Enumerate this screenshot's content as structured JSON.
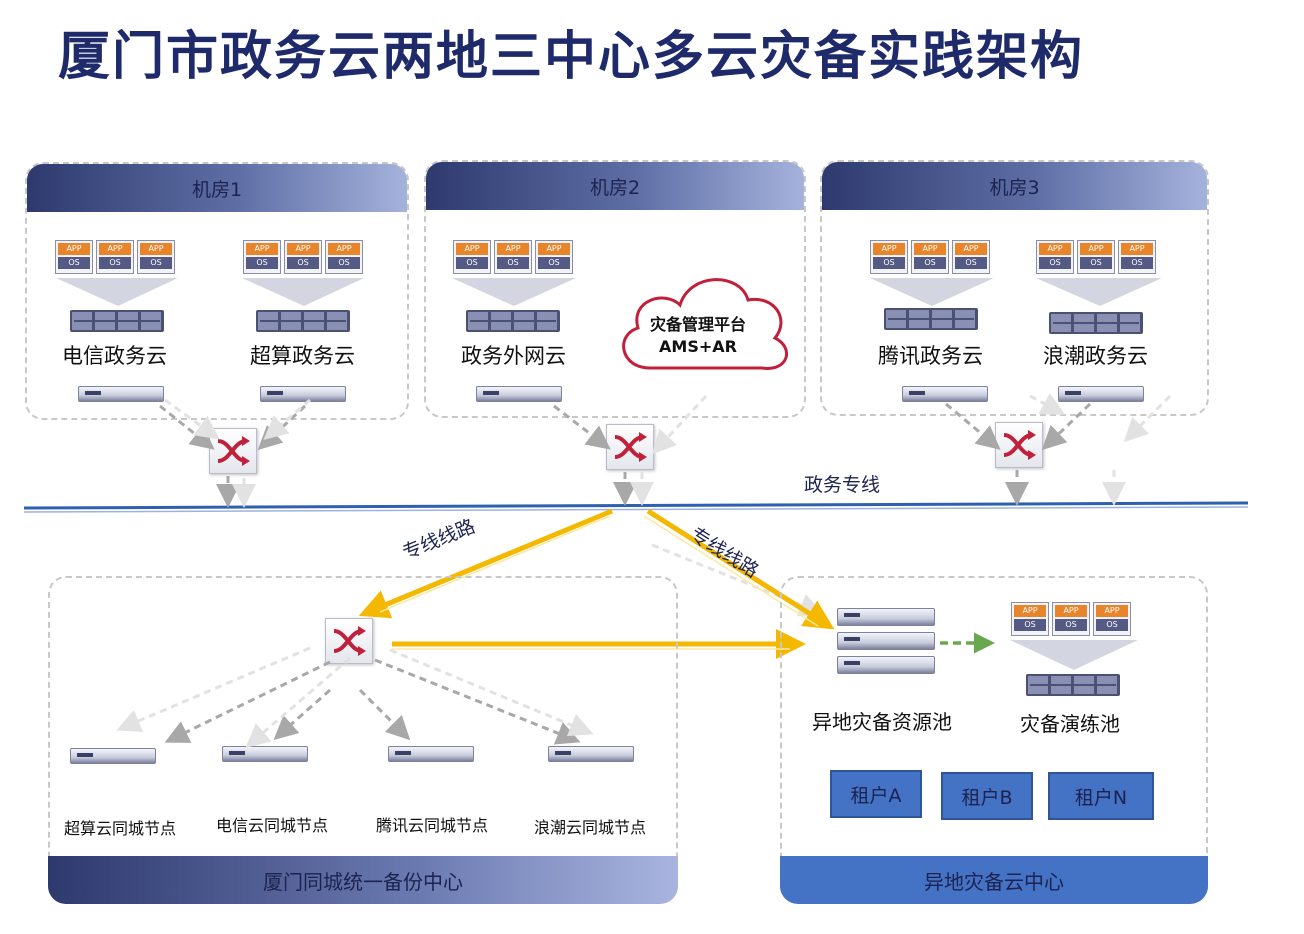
{
  "title": "厦门市政务云两地三中心多云灾备实践架构",
  "vm": {
    "app": "APP",
    "os": "OS"
  },
  "rooms": [
    {
      "label": "机房1",
      "clouds": [
        "电信政务云",
        "超算政务云"
      ]
    },
    {
      "label": "机房2",
      "clouds": [
        "政务外网云"
      ]
    },
    {
      "label": "机房3",
      "clouds": [
        "腾讯政务云",
        "浪潮政务云"
      ]
    }
  ],
  "ams": {
    "line1": "灾备管理平台",
    "line2": "AMS+AR"
  },
  "backbone_label": "政务专线",
  "dedicated_line_left": "专线线路",
  "dedicated_line_right": "专线线路",
  "local_center": {
    "name": "厦门同城统一备份中心",
    "nodes": [
      "超算云同城节点",
      "电信云同城节点",
      "腾讯云同城节点",
      "浪潮云同城节点"
    ]
  },
  "remote_center": {
    "name": "异地灾备云中心",
    "pool": "异地灾备资源池",
    "drill": "灾备演练池",
    "tenants": [
      "租户A",
      "租户B",
      "租户N"
    ]
  },
  "colors": {
    "title": "#1f2a6b",
    "accent_yellow": "#f5b800",
    "backbone": "#2f5fb0",
    "switch_arrow": "#c0203a",
    "tenant_fill": "#4472c4",
    "drill_arrow": "#6aa84f"
  }
}
